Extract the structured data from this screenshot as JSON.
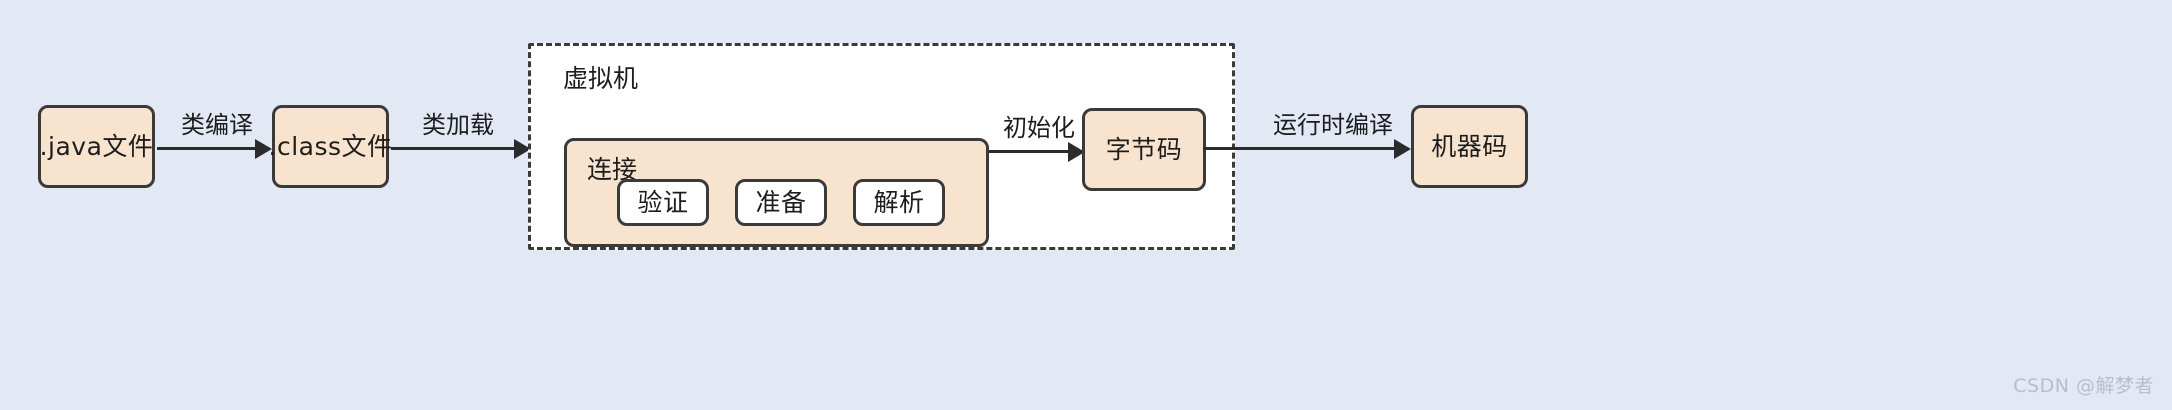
{
  "diagram": {
    "background_color": "#e2e8f4",
    "node_fill": "#f8e4ce",
    "node_white_fill": "#ffffff",
    "border_color": "#3a3a3a",
    "arrow_color": "#2b2b2b"
  },
  "nodes": {
    "java_file": ".java文件",
    "class_file": ".class文件",
    "bytecode": "字节码",
    "machine_code": "机器码"
  },
  "vm": {
    "title": "虚拟机",
    "linking": {
      "title": "连接",
      "phases": [
        {
          "label": "验证"
        },
        {
          "label": "准备"
        },
        {
          "label": "解析"
        }
      ]
    }
  },
  "arrows": [
    {
      "label": "类编译"
    },
    {
      "label": "类加载"
    },
    {
      "label": "初始化"
    },
    {
      "label": "运行时编译"
    }
  ],
  "watermark": {
    "text": "CSDN @解梦者"
  }
}
